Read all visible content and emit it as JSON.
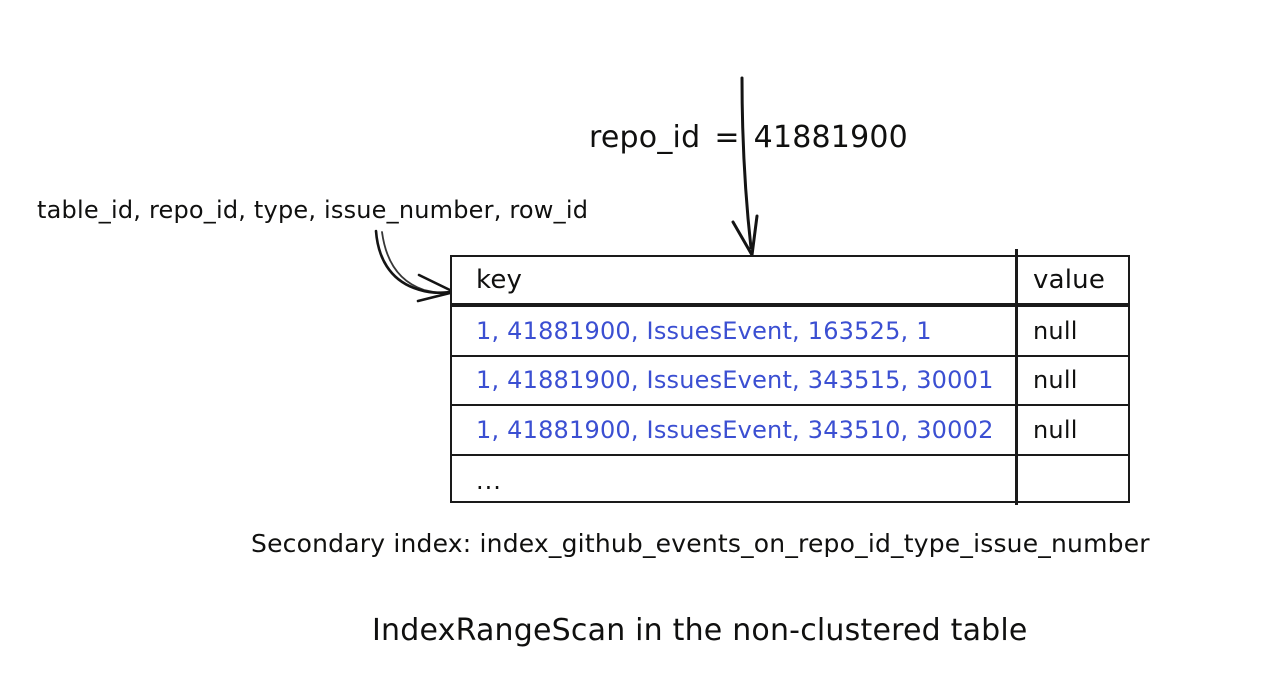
{
  "diagram": {
    "title": "IndexRangeScan in the non-clustered table",
    "predicate": {
      "field": "repo_id",
      "operator": "=",
      "value": "41881900"
    },
    "key_columns_label": "table_id, repo_id, type, issue_number, row_id",
    "index_caption": "Secondary index: index_github_events_on_repo_id_type_issue_number",
    "main_caption": "IndexRangeScan in the non-clustered table",
    "colors": {
      "key_text": "#3b4fd2",
      "ink": "#10100f",
      "line": "#1a1a1a",
      "background": "#ffffff"
    }
  },
  "table": {
    "columns": [
      "key",
      "value"
    ],
    "rows": [
      {
        "key": "1, 41881900, IssuesEvent, 163525, 1",
        "value": "null"
      },
      {
        "key": "1, 41881900, IssuesEvent, 343515, 30001",
        "value": "null"
      },
      {
        "key": "1, 41881900, IssuesEvent, 343510, 30002",
        "value": "null"
      },
      {
        "key": "...",
        "value": ""
      }
    ]
  }
}
